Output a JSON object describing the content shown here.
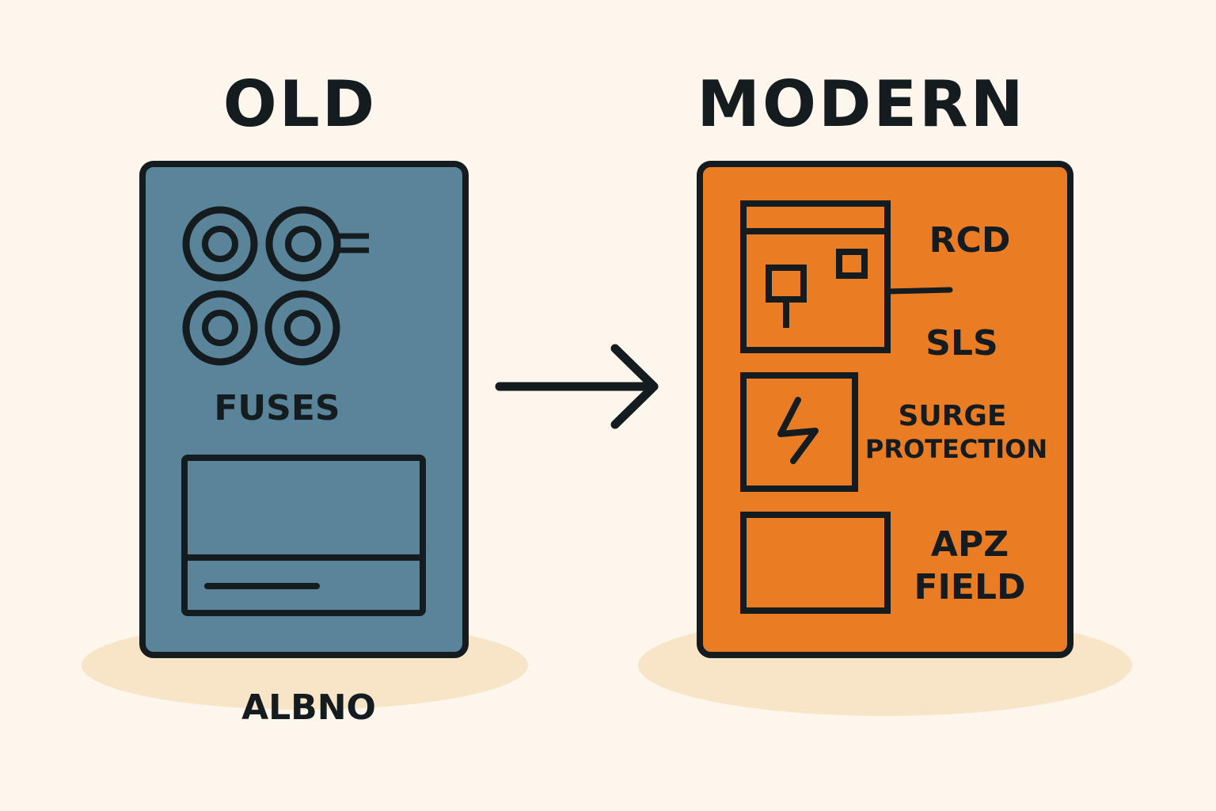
{
  "titles": {
    "old": "OLD",
    "modern": "MODERN"
  },
  "old_panel": {
    "fuses_label": "FUSES",
    "caption": "ALBNO"
  },
  "modern_panel": {
    "rcd_label": "RCD",
    "sls_label": "SLS",
    "surge_line1": "SURGE",
    "surge_line2": "PROTECTION",
    "apz_line1": "APZ",
    "apz_line2": "FIELD"
  },
  "colors": {
    "background": "#fcf6ec",
    "shadow": "#f8e5c8",
    "old_panel": "#5a8499",
    "modern_panel": "#ea7c23",
    "outline": "#141c1f"
  },
  "icons": {
    "fuse": "fuse-icon",
    "breaker": "breaker-icon",
    "lightning": "lightning-icon",
    "arrow": "arrow-right-icon"
  }
}
